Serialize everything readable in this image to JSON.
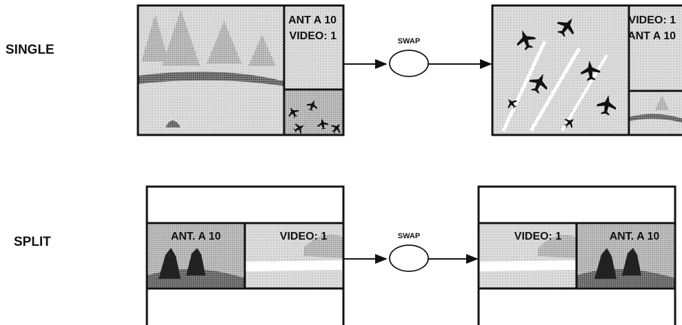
{
  "rows": {
    "single": {
      "label": "SINGLE"
    },
    "split": {
      "label": "SPLIT"
    }
  },
  "swap_label": "SWAP",
  "single_before": {
    "line1": "ANT A 10",
    "line2": "VIDEO: 1"
  },
  "single_after": {
    "line1": "VIDEO: 1",
    "line2": "ANT  A 10"
  },
  "split_before": {
    "left": "ANT. A 10",
    "right": "VIDEO: 1"
  },
  "split_after": {
    "left": "VIDEO: 1",
    "right": "ANT. A 10"
  }
}
